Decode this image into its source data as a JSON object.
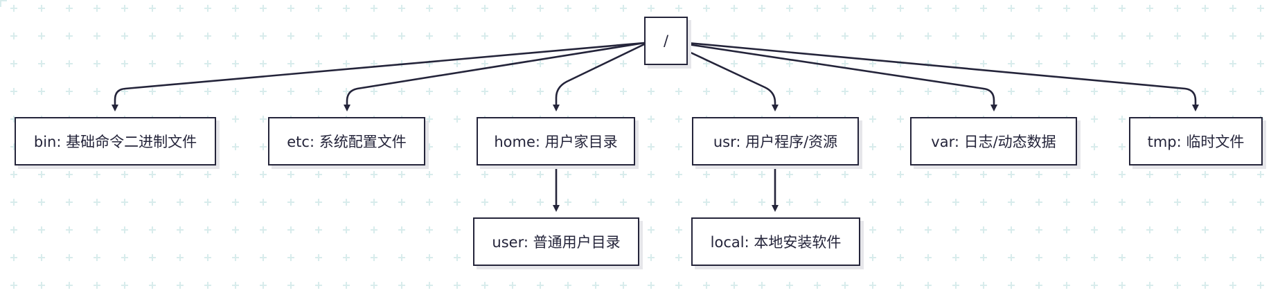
{
  "diagram": {
    "type": "tree",
    "nodes": [
      {
        "id": "root",
        "label": "/"
      },
      {
        "id": "bin",
        "label": "bin: 基础命令二进制文件"
      },
      {
        "id": "etc",
        "label": "etc: 系统配置文件"
      },
      {
        "id": "home",
        "label": "home: 用户家目录"
      },
      {
        "id": "usr",
        "label": "usr: 用户程序/资源"
      },
      {
        "id": "var",
        "label": "var: 日志/动态数据"
      },
      {
        "id": "tmp",
        "label": "tmp: 临时文件"
      },
      {
        "id": "user",
        "label": "user: 普通用户目录"
      },
      {
        "id": "local",
        "label": "local: 本地安装软件"
      }
    ],
    "edges": [
      {
        "from": "root",
        "to": "bin"
      },
      {
        "from": "root",
        "to": "etc"
      },
      {
        "from": "root",
        "to": "home"
      },
      {
        "from": "root",
        "to": "usr"
      },
      {
        "from": "root",
        "to": "var"
      },
      {
        "from": "root",
        "to": "tmp"
      },
      {
        "from": "home",
        "to": "user"
      },
      {
        "from": "usr",
        "to": "local"
      }
    ]
  },
  "colors": {
    "stroke": "#24243a",
    "grid": "#d8ecec",
    "shadow": "#e6e6ea"
  }
}
